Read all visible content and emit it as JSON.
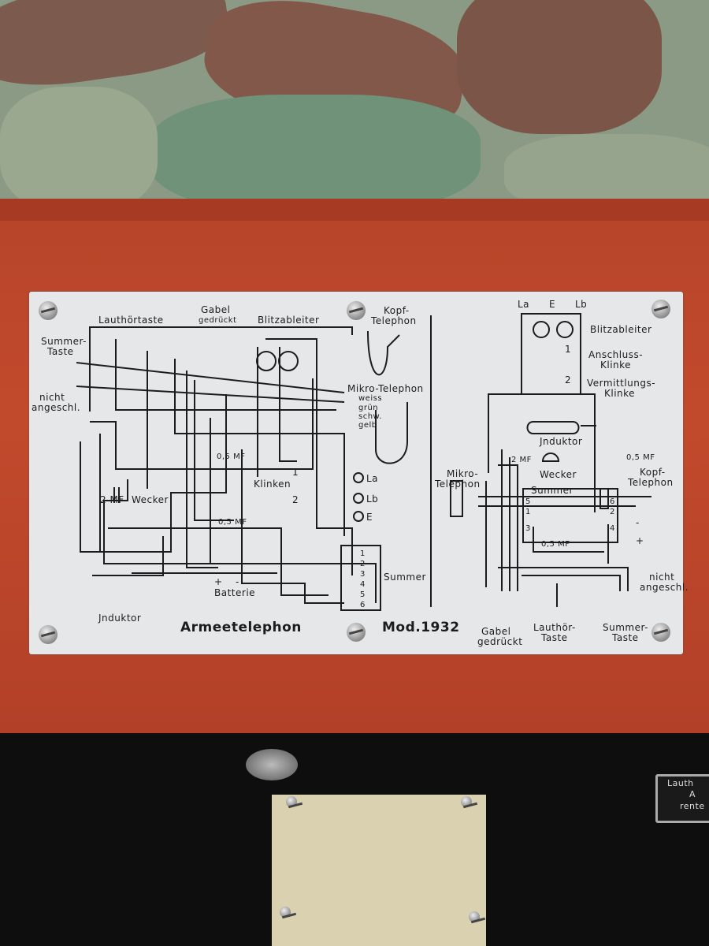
{
  "plate": {
    "title": "Armeetelephon",
    "model": "Mod.1932",
    "left_diagram": {
      "lauthoertaste": "Lauthörtaste",
      "gabel": "Gabel",
      "gedrueckt": "gedrückt",
      "blitzableiter": "Blitzableiter",
      "kopf": "Kopf-",
      "telephon": "Telephon",
      "summer_taste_1": "Summer-",
      "summer_taste_2": "Taste",
      "nicht": "nicht",
      "angeschl": "angeschl.",
      "mikro_telephon": "Mikro-Telephon",
      "wire_colors": [
        "weiss",
        "grün",
        "schw.",
        "gelb"
      ],
      "cap_05_top": "0,5 MF",
      "cap_2": "2 MF",
      "wecker": "Wecker",
      "klinken": "Klinken",
      "klinke_1": "1",
      "klinke_2": "2",
      "la": "La",
      "lb": "Lb",
      "e": "E",
      "cap_05_bottom": "0,5 MF",
      "summer": "Summer",
      "summer_terminals": [
        "1",
        "2",
        "3",
        "4",
        "5",
        "6"
      ],
      "plus": "+",
      "minus": "-",
      "batterie": "Batterie",
      "induktor": "Jnduktor"
    },
    "right_diagram": {
      "la": "La",
      "e": "E",
      "lb": "Lb",
      "blitzableiter": "Blitzableiter",
      "num_1": "1",
      "anschluss_1": "Anschluss-",
      "anschluss_2": "Klinke",
      "num_2": "2",
      "vermittlungs_1": "Vermittlungs-",
      "vermittlungs_2": "Klinke",
      "induktor": "Jnduktor",
      "cap_2": "2 MF",
      "wecker": "Wecker",
      "cap_05": "0,5 MF",
      "mikro_1": "Mikro-",
      "mikro_2": "Telephon",
      "kopf_1": "Kopf-",
      "kopf_2": "Telephon",
      "summer": "Summer",
      "summer_terminals": [
        "5",
        "6",
        "1",
        "2",
        "3",
        "4"
      ],
      "minus": "-",
      "plus": "+",
      "cap_05_bottom": "0,5 MF",
      "nicht": "nicht",
      "angeschl": "angeschl.",
      "gabel_1": "Gabel",
      "gabel_2": "gedrückt",
      "lauthoer_1": "Lauthör-",
      "lauthoer_2": "Taste",
      "summer_taste_1": "Summer-",
      "summer_taste_2": "Taste"
    }
  },
  "side_plate": {
    "line1": "Lauth",
    "line2": "A",
    "line3": "rente"
  },
  "colors": {
    "wood": "#c24a2c",
    "plate": "#e6e7e8",
    "ink": "#1c1c1c",
    "brass": "#d9d1b0"
  }
}
